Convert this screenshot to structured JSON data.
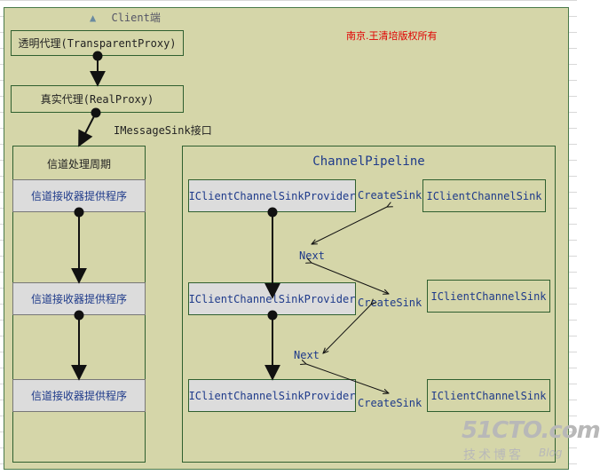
{
  "title": "Client端",
  "copyright": "南京.王清培版权所有",
  "proxy": {
    "transparent": "透明代理(TransparentProxy)",
    "real": "真实代理(RealProxy)"
  },
  "interface_label": "IMessageSink接口",
  "channel_cycle": {
    "title": "信道处理周期",
    "items": [
      "信道接收器提供程序",
      "信道接收器提供程序",
      "信道接收器提供程序"
    ]
  },
  "pipeline": {
    "title": "ChannelPipeline",
    "providers": [
      "IClientChannelSinkProvider",
      "IClientChannelSinkProvider",
      "IClientChannelSinkProvider"
    ],
    "sinks": [
      "IClientChannelSink",
      "IClientChannelSink",
      "IClientChannelSink"
    ],
    "create_labels": [
      "CreateSink",
      "CreateSink",
      "CreateSink"
    ],
    "next_labels": [
      "Next",
      "Next"
    ]
  },
  "watermark": {
    "logo": "51CTO.com",
    "sub": "技术博客",
    "blog": "Blog"
  },
  "colors": {
    "canvas": "#d5d6a9",
    "border": "#2f5f2f",
    "copyright": "#e00000",
    "accent_text": "#1e3a8a"
  }
}
